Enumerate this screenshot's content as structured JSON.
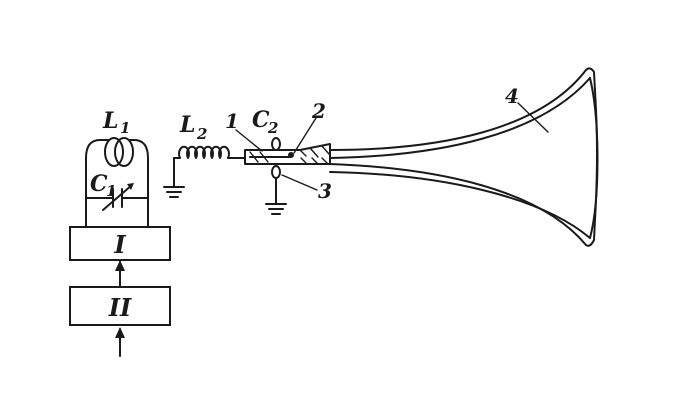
{
  "diagram": {
    "labels": {
      "L1_base": "L",
      "L1_sub": "1",
      "L2_base": "L",
      "L2_sub": "2",
      "C1_base": "C",
      "C1_sub": "1",
      "C2_base": "C",
      "C2_sub": "2",
      "part1": "1",
      "part2": "2",
      "part3": "3",
      "part4": "4",
      "block1": "I",
      "block2": "II"
    }
  }
}
